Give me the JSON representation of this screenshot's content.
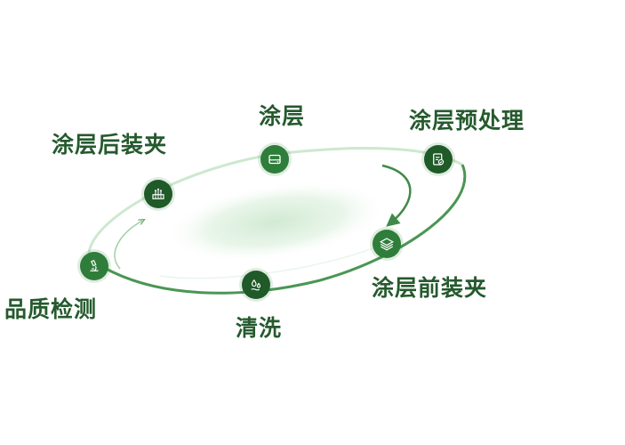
{
  "colors": {
    "primary": "#2f7d3a",
    "dark": "#1f5a28",
    "text": "#255a2e",
    "light": "#d8efd9"
  },
  "steps": [
    {
      "id": "coating",
      "label": "涂层",
      "icon": "hard-drive-icon"
    },
    {
      "id": "pretreatment",
      "label": "涂层预处理",
      "icon": "document-check-icon"
    },
    {
      "id": "pre-clamp",
      "label": "涂层前装夹",
      "icon": "layers-icon"
    },
    {
      "id": "cleaning",
      "label": "清洗",
      "icon": "droplets-icon"
    },
    {
      "id": "inspection",
      "label": "品质检测",
      "icon": "microscope-icon"
    },
    {
      "id": "post-clamp",
      "label": "涂层后装夹",
      "icon": "fixture-icon"
    }
  ]
}
